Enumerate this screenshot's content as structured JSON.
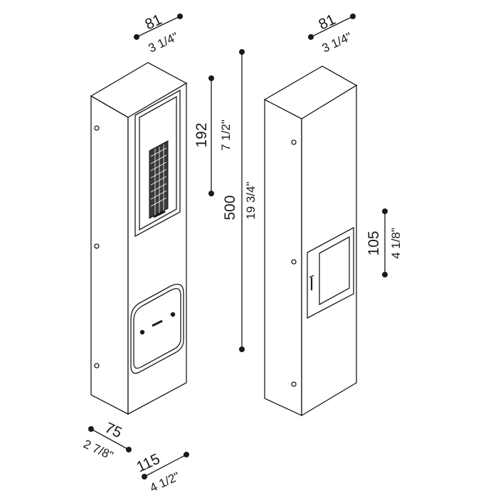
{
  "colors": {
    "line": "#1a1a1a",
    "top_face": "#ffffff",
    "side_face": "#ffffff",
    "front_face": "#ffffff",
    "panel": "#ffffff",
    "grille": "#3a3a3a"
  },
  "dimensions": {
    "left_top_width_mm": "81",
    "left_top_width_in": "3 1/4\"",
    "right_top_width_mm": "81",
    "right_top_width_in": "3 1/4\"",
    "panel_height_mm": "192",
    "panel_height_in": "7 1/2\"",
    "total_height_mm": "500",
    "total_height_in": "19 3/4\"",
    "door_height_mm": "105",
    "door_height_in": "4 1/8\"",
    "base_depth_mm": "75",
    "base_depth_in": "2 7/8\"",
    "base_width_mm": "115",
    "base_width_in": "4 1/2\""
  }
}
